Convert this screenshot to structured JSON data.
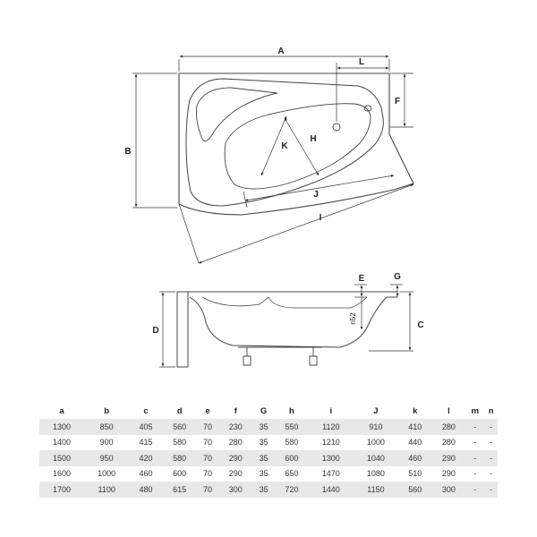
{
  "plan_labels": {
    "A": "A",
    "B": "B",
    "L": "L",
    "F": "F",
    "K": "K",
    "H": "H",
    "J": "J",
    "I": "I"
  },
  "side_labels": {
    "E": "E",
    "G": "G",
    "D": "D",
    "C": "C",
    "n52": "n52"
  },
  "table": {
    "headers": [
      "a",
      "b",
      "c",
      "d",
      "e",
      "f",
      "G",
      "h",
      "i",
      "J",
      "k",
      "l",
      "m",
      "n"
    ],
    "rows": [
      [
        "1300",
        "850",
        "405",
        "560",
        "70",
        "230",
        "35",
        "550",
        "1120",
        "910",
        "410",
        "280",
        "-",
        "-"
      ],
      [
        "1400",
        "900",
        "415",
        "580",
        "70",
        "280",
        "35",
        "580",
        "1210",
        "1000",
        "440",
        "280",
        "-",
        "-"
      ],
      [
        "1500",
        "950",
        "420",
        "580",
        "70",
        "290",
        "35",
        "600",
        "1300",
        "1040",
        "460",
        "290",
        "-",
        "-"
      ],
      [
        "1600",
        "1000",
        "460",
        "600",
        "70",
        "290",
        "35",
        "650",
        "1470",
        "1080",
        "510",
        "290",
        "-",
        "-"
      ],
      [
        "1700",
        "1100",
        "480",
        "615",
        "70",
        "300",
        "35",
        "720",
        "1440",
        "1150",
        "560",
        "300",
        "-",
        "-"
      ]
    ]
  }
}
